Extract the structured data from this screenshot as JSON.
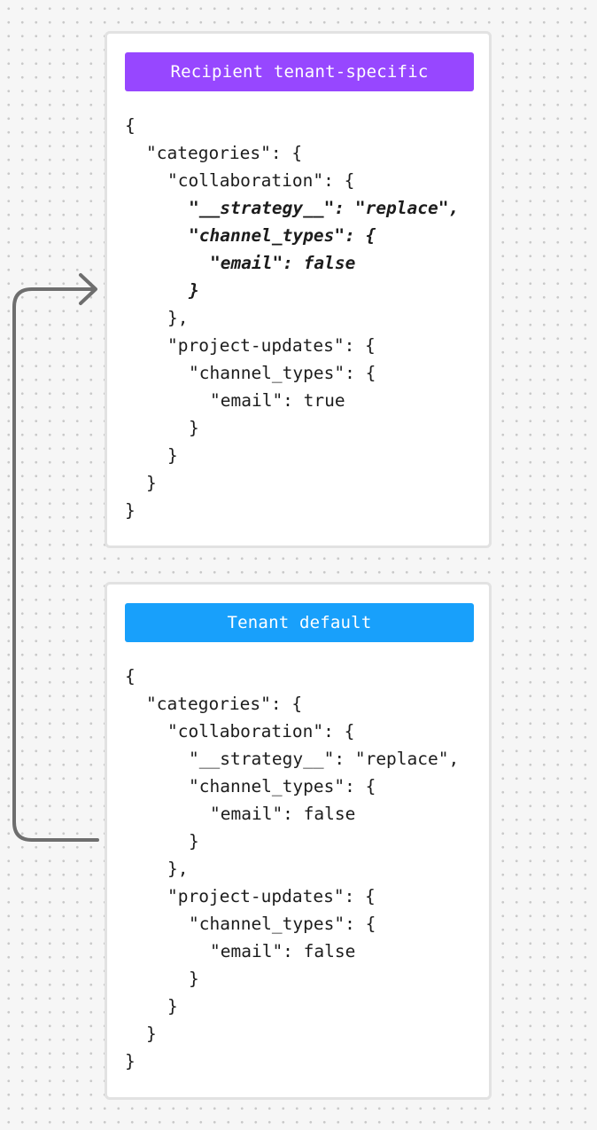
{
  "colors": {
    "recipient_banner": "#9747ff",
    "default_banner": "#18a0fb",
    "arrow": "#6e6e6e",
    "card_border": "#e2e2e2"
  },
  "recipient_card": {
    "banner": "Recipient tenant-specific",
    "lines": [
      {
        "indent": 0,
        "text": "{",
        "emphasis": false
      },
      {
        "indent": 1,
        "text": "\"categories\": {",
        "emphasis": false
      },
      {
        "indent": 2,
        "text": "\"collaboration\": {",
        "emphasis": false
      },
      {
        "indent": 3,
        "text": "\"__strategy__\": \"replace\",",
        "emphasis": true
      },
      {
        "indent": 3,
        "text": "\"channel_types\": {",
        "emphasis": true
      },
      {
        "indent": 4,
        "text": "\"email\": false",
        "emphasis": true
      },
      {
        "indent": 3,
        "text": "}",
        "emphasis": true
      },
      {
        "indent": 2,
        "text": "},",
        "emphasis": false
      },
      {
        "indent": 2,
        "text": "\"project-updates\": {",
        "emphasis": false
      },
      {
        "indent": 3,
        "text": "\"channel_types\": {",
        "emphasis": false
      },
      {
        "indent": 4,
        "text": "\"email\": true",
        "emphasis": false
      },
      {
        "indent": 3,
        "text": "}",
        "emphasis": false
      },
      {
        "indent": 2,
        "text": "}",
        "emphasis": false
      },
      {
        "indent": 1,
        "text": "}",
        "emphasis": false
      },
      {
        "indent": 0,
        "text": "}",
        "emphasis": false
      }
    ]
  },
  "default_card": {
    "banner": "Tenant default",
    "lines": [
      {
        "indent": 0,
        "text": "{",
        "emphasis": false
      },
      {
        "indent": 1,
        "text": "\"categories\": {",
        "emphasis": false
      },
      {
        "indent": 2,
        "text": "\"collaboration\": {",
        "emphasis": false
      },
      {
        "indent": 3,
        "text": "\"__strategy__\": \"replace\",",
        "emphasis": false
      },
      {
        "indent": 3,
        "text": "\"channel_types\": {",
        "emphasis": false
      },
      {
        "indent": 4,
        "text": "\"email\": false",
        "emphasis": false
      },
      {
        "indent": 3,
        "text": "}",
        "emphasis": false
      },
      {
        "indent": 2,
        "text": "},",
        "emphasis": false
      },
      {
        "indent": 2,
        "text": "\"project-updates\": {",
        "emphasis": false
      },
      {
        "indent": 3,
        "text": "\"channel_types\": {",
        "emphasis": false
      },
      {
        "indent": 4,
        "text": "\"email\": false",
        "emphasis": false
      },
      {
        "indent": 3,
        "text": "}",
        "emphasis": false
      },
      {
        "indent": 2,
        "text": "}",
        "emphasis": false
      },
      {
        "indent": 1,
        "text": "}",
        "emphasis": false
      },
      {
        "indent": 0,
        "text": "}",
        "emphasis": false
      }
    ]
  }
}
